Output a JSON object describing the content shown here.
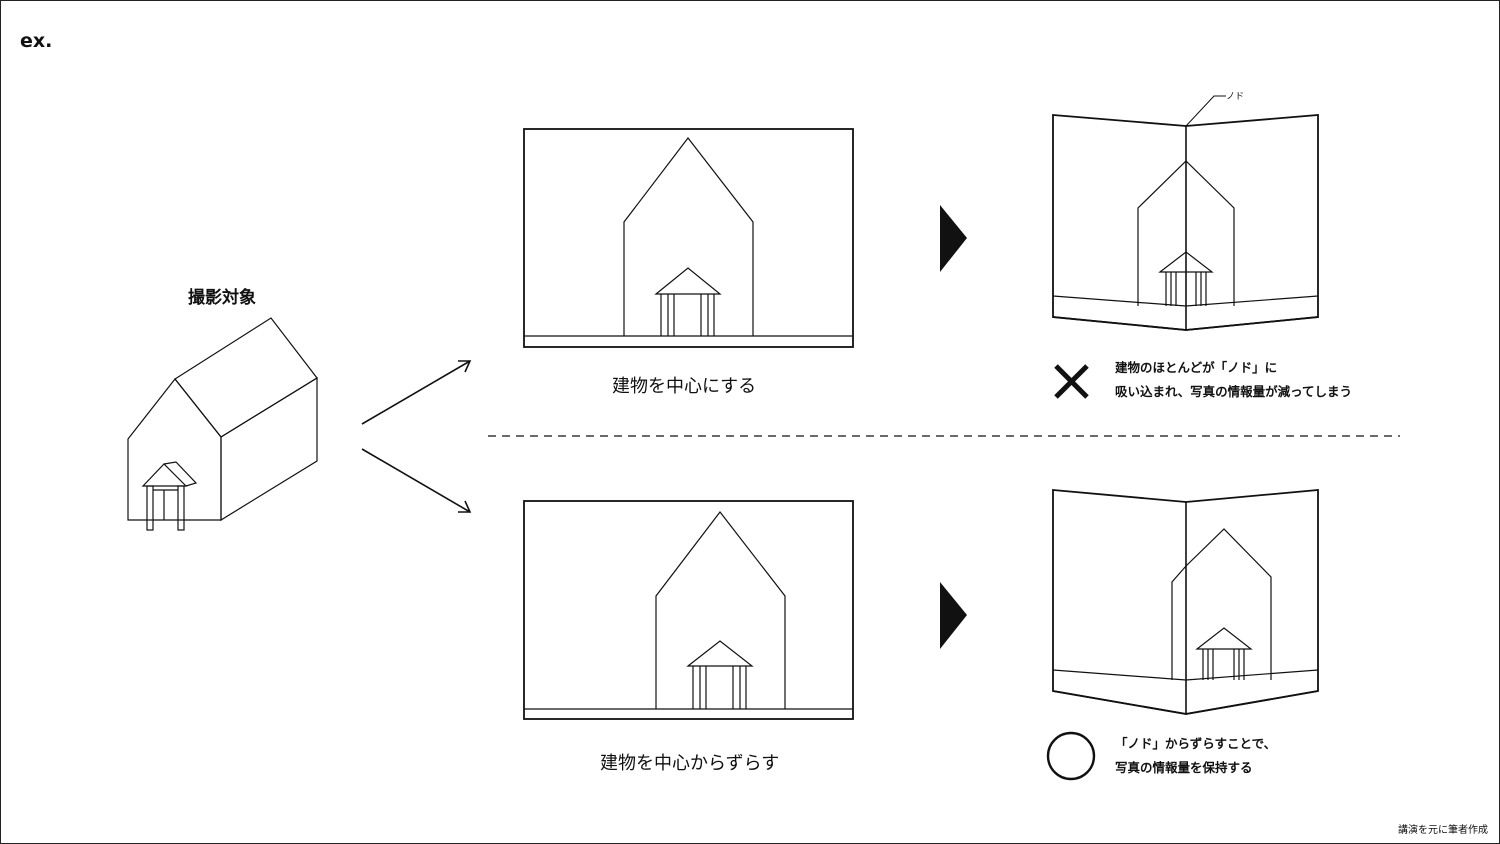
{
  "labels": {
    "ex": "ex.",
    "subject": "撮影対象",
    "node": "ノド",
    "credit": "講演を元に筆者作成"
  },
  "top_case": {
    "caption": "建物を中心にする",
    "result_icon": "cross-icon",
    "note_line1": "建物のほとんどが「ノド」に",
    "note_line2": "吸い込まれ、写真の情報量が減ってしまう"
  },
  "bottom_case": {
    "caption": "建物を中心からずらす",
    "result_icon": "circle-icon",
    "note_line1": "「ノド」からずらすことで、",
    "note_line2": "写真の情報量を保持する"
  },
  "colors": {
    "line": "#111111",
    "background": "#ffffff"
  }
}
